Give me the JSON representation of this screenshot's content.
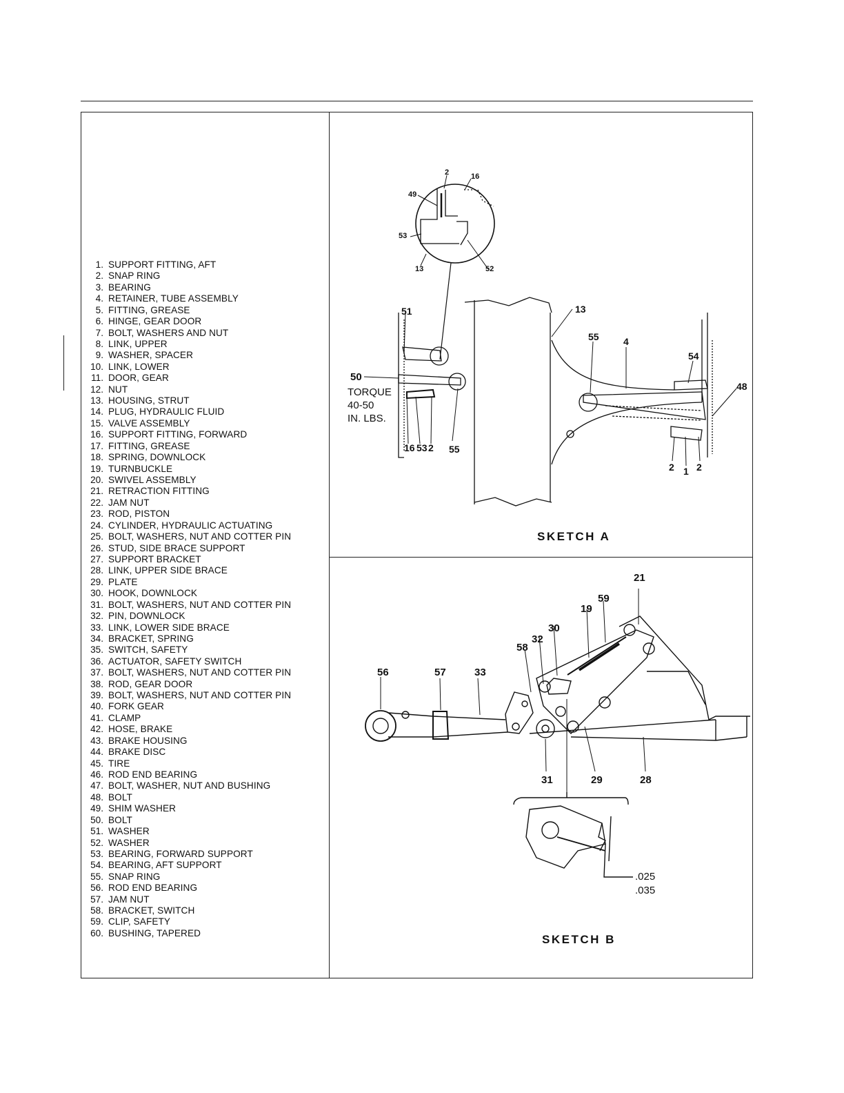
{
  "parts_list": [
    {
      "num": "1.",
      "name": "SUPPORT FITTING, AFT"
    },
    {
      "num": "2.",
      "name": "SNAP RING"
    },
    {
      "num": "3.",
      "name": "BEARING"
    },
    {
      "num": "4.",
      "name": "RETAINER, TUBE ASSEMBLY"
    },
    {
      "num": "5.",
      "name": "FITTING, GREASE"
    },
    {
      "num": "6.",
      "name": "HINGE, GEAR DOOR"
    },
    {
      "num": "7.",
      "name": "BOLT, WASHERS AND NUT"
    },
    {
      "num": "8.",
      "name": "LINK, UPPER"
    },
    {
      "num": "9.",
      "name": "WASHER, SPACER"
    },
    {
      "num": "10.",
      "name": "LINK, LOWER"
    },
    {
      "num": "11.",
      "name": "DOOR, GEAR"
    },
    {
      "num": "12.",
      "name": "NUT"
    },
    {
      "num": "13.",
      "name": "HOUSING, STRUT"
    },
    {
      "num": "14.",
      "name": "PLUG, HYDRAULIC FLUID"
    },
    {
      "num": "15.",
      "name": "VALVE ASSEMBLY"
    },
    {
      "num": "16.",
      "name": "SUPPORT FITTING, FORWARD"
    },
    {
      "num": "17.",
      "name": "FITTING, GREASE"
    },
    {
      "num": "18.",
      "name": "SPRING, DOWNLOCK"
    },
    {
      "num": "19.",
      "name": "TURNBUCKLE"
    },
    {
      "num": "20.",
      "name": "SWIVEL ASSEMBLY"
    },
    {
      "num": "21.",
      "name": "RETRACTION FITTING"
    },
    {
      "num": "22.",
      "name": "JAM NUT"
    },
    {
      "num": "23.",
      "name": "ROD, PISTON"
    },
    {
      "num": "24.",
      "name": "CYLINDER, HYDRAULIC ACTUATING"
    },
    {
      "num": "25.",
      "name": "BOLT, WASHERS, NUT AND COTTER PIN"
    },
    {
      "num": "26.",
      "name": "STUD, SIDE BRACE SUPPORT"
    },
    {
      "num": "27.",
      "name": "SUPPORT BRACKET"
    },
    {
      "num": "28.",
      "name": "LINK, UPPER SIDE BRACE"
    },
    {
      "num": "29.",
      "name": "PLATE"
    },
    {
      "num": "30.",
      "name": "HOOK, DOWNLOCK"
    },
    {
      "num": "31.",
      "name": "BOLT, WASHERS, NUT AND COTTER PIN"
    },
    {
      "num": "32.",
      "name": "PIN, DOWNLOCK"
    },
    {
      "num": "33.",
      "name": "LINK, LOWER SIDE BRACE"
    },
    {
      "num": "34.",
      "name": "BRACKET, SPRING"
    },
    {
      "num": "35.",
      "name": "SWITCH, SAFETY"
    },
    {
      "num": "36.",
      "name": "ACTUATOR, SAFETY SWITCH"
    },
    {
      "num": "37.",
      "name": "BOLT, WASHERS, NUT AND COTTER PIN"
    },
    {
      "num": "38.",
      "name": "ROD, GEAR DOOR"
    },
    {
      "num": "39.",
      "name": "BOLT, WASHERS, NUT AND COTTER PIN"
    },
    {
      "num": "40.",
      "name": "FORK GEAR"
    },
    {
      "num": "41.",
      "name": "CLAMP"
    },
    {
      "num": "42.",
      "name": "HOSE, BRAKE"
    },
    {
      "num": "43.",
      "name": "BRAKE HOUSING"
    },
    {
      "num": "44.",
      "name": "BRAKE DISC"
    },
    {
      "num": "45.",
      "name": "TIRE"
    },
    {
      "num": "46.",
      "name": "ROD END BEARING"
    },
    {
      "num": "47.",
      "name": "BOLT, WASHER, NUT AND BUSHING"
    },
    {
      "num": "48.",
      "name": "BOLT"
    },
    {
      "num": "49.",
      "name": "SHIM WASHER"
    },
    {
      "num": "50.",
      "name": "BOLT"
    },
    {
      "num": "51.",
      "name": "WASHER"
    },
    {
      "num": "52.",
      "name": "WASHER"
    },
    {
      "num": "53.",
      "name": "BEARING, FORWARD SUPPORT"
    },
    {
      "num": "54.",
      "name": "BEARING, AFT SUPPORT"
    },
    {
      "num": "55.",
      "name": "SNAP RING"
    },
    {
      "num": "56.",
      "name": "ROD END BEARING"
    },
    {
      "num": "57.",
      "name": "JAM NUT"
    },
    {
      "num": "58.",
      "name": "BRACKET, SWITCH"
    },
    {
      "num": "59.",
      "name": "CLIP, SAFETY"
    },
    {
      "num": "60.",
      "name": "BUSHING, TAPERED"
    }
  ],
  "sketch_a": {
    "title": "SKETCH A",
    "torque_lines": [
      "TORQUE",
      "40-50",
      "IN. LBS."
    ],
    "callouts": {
      "detail_2": "2",
      "detail_16": "16",
      "detail_49": "49",
      "detail_53": "53",
      "detail_13": "13",
      "detail_52": "52",
      "c51": "51",
      "c50": "50",
      "c16": "16",
      "c53": "53",
      "c2a": "2",
      "c55a": "55",
      "c13": "13",
      "c55b": "55",
      "c4": "4",
      "c54": "54",
      "c48": "48",
      "c2b": "2",
      "c1": "1",
      "c2c": "2"
    }
  },
  "sketch_b": {
    "title": "SKETCH B",
    "clearance": [
      ".025",
      ".035"
    ],
    "callouts": {
      "c21": "21",
      "c59": "59",
      "c19": "19",
      "c30": "30",
      "c32": "32",
      "c58": "58",
      "c56": "56",
      "c57": "57",
      "c33": "33",
      "c31": "31",
      "c29": "29",
      "c28": "28"
    }
  }
}
